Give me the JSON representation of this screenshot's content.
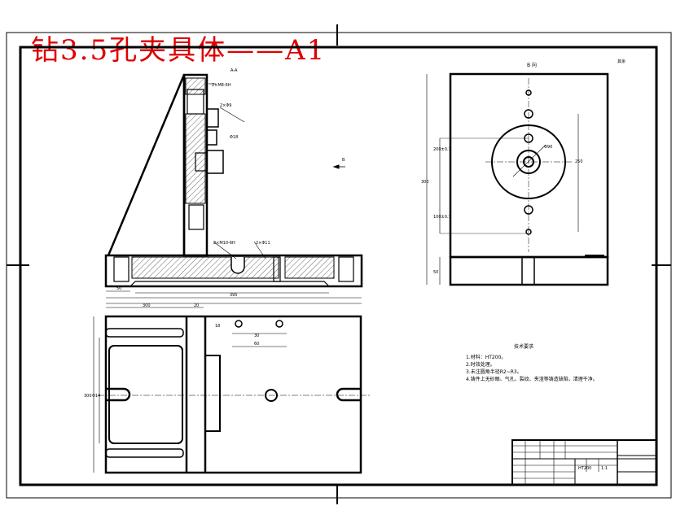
{
  "drawing": {
    "title": "钻3.5孔夹具体——A1",
    "title_color": "#e00000"
  },
  "view_labels": {
    "section": "A-A",
    "b_view": "B 向",
    "arrow_b": "B",
    "roughness_rest": "其余"
  },
  "dimensions": {
    "top_width": "300",
    "top_sub": "20",
    "total": "395",
    "left_off": "50",
    "b_height": "300",
    "b_low": "100±0.1",
    "b_mid": "200±0.1",
    "b_right": "250",
    "b_bottom": "50",
    "circle_dia": "Φ90",
    "plan_height": "300",
    "plan_slot": "Φ14",
    "plan_small1": "18",
    "plan_small2": "30",
    "plan_small3": "60",
    "hole_dim1": "2×M8-6H",
    "hole_dim2": "2×Φ9",
    "hole_dim3": "Φ18",
    "hole_dim4": "2×M10-6H",
    "hole_dim5": "2×Φ11"
  },
  "tech_requirements": {
    "heading": "技术要求",
    "items": [
      "1.材料：HT200。",
      "2.时效处理。",
      "3.未注圆角半径R2~R3。",
      "4.铸件上无砂眼、气孔、裂纹、夹渣等铸造缺陷，清理干净。"
    ]
  },
  "title_block": {
    "material": "HT200",
    "scale": "1:1"
  }
}
